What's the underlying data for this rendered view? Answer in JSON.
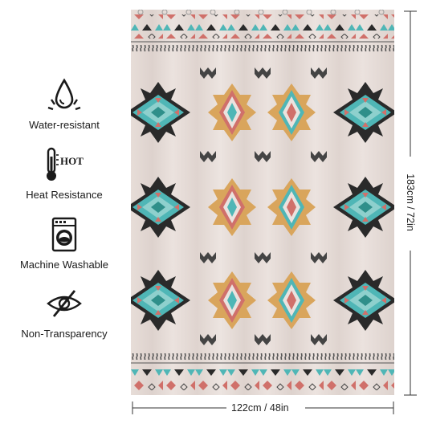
{
  "features": [
    {
      "label": "Water-resistant",
      "icon": "water-drop-icon"
    },
    {
      "label": "Heat Resistance",
      "icon": "thermometer-icon",
      "badge": "HOT"
    },
    {
      "label": "Machine Washable",
      "icon": "washing-machine-icon"
    },
    {
      "label": "Non-Transparency",
      "icon": "eye-slash-icon"
    }
  ],
  "dimensions": {
    "width": "122cm / 48in",
    "height": "183cm / 72in"
  },
  "colors": {
    "background": "#e9dfdb",
    "turquoise": "#4fb6b6",
    "teal_dark": "#2f8f8a",
    "coral": "#d0706a",
    "tan": "#d9a55c",
    "black": "#2a2a2a",
    "grey": "#555555"
  }
}
